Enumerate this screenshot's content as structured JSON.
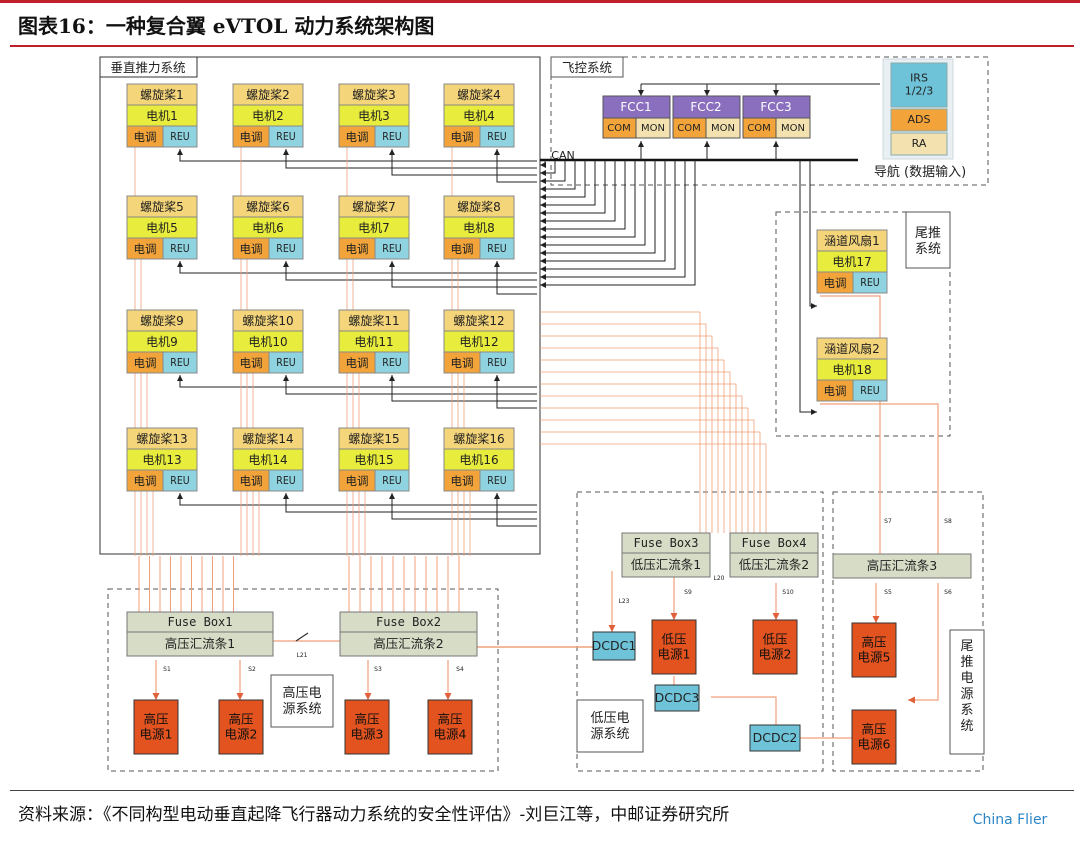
{
  "title": "图表16：一种复合翼 eVTOL 动力系统架构图",
  "source": "资料来源：《不同构型电动垂直起降飞行器动力系统的安全性评估》-刘巨江等，中邮证券研究所",
  "watermark": "China Flier",
  "sections": {
    "vertical": "垂直推力系统",
    "flight_ctrl": "飞控系统",
    "tail": "尾推\n系统",
    "hv_power": "高压电\n源系统",
    "lv_power": "低压电\n源系统",
    "tail_power": "尾推\n电源\n系统",
    "nav": "导航 (数据输入)"
  },
  "propulsion_units": [
    {
      "prop": "螺旋桨1",
      "motor": "电机1"
    },
    {
      "prop": "螺旋桨2",
      "motor": "电机2"
    },
    {
      "prop": "螺旋桨3",
      "motor": "电机3"
    },
    {
      "prop": "螺旋桨4",
      "motor": "电机4"
    },
    {
      "prop": "螺旋桨5",
      "motor": "电机5"
    },
    {
      "prop": "螺旋桨6",
      "motor": "电机6"
    },
    {
      "prop": "螺旋桨7",
      "motor": "电机7"
    },
    {
      "prop": "螺旋桨8",
      "motor": "电机8"
    },
    {
      "prop": "螺旋桨9",
      "motor": "电机9"
    },
    {
      "prop": "螺旋桨10",
      "motor": "电机10"
    },
    {
      "prop": "螺旋桨11",
      "motor": "电机11"
    },
    {
      "prop": "螺旋桨12",
      "motor": "电机12"
    },
    {
      "prop": "螺旋桨13",
      "motor": "电机13"
    },
    {
      "prop": "螺旋桨14",
      "motor": "电机14"
    },
    {
      "prop": "螺旋桨15",
      "motor": "电机15"
    },
    {
      "prop": "螺旋桨16",
      "motor": "电机16"
    }
  ],
  "tail_units": [
    {
      "prop": "涵道风扇1",
      "motor": "电机17"
    },
    {
      "prop": "涵道风扇2",
      "motor": "电机18"
    }
  ],
  "esc_label": "电调",
  "reu_label": "REU",
  "fcc": [
    "FCC1",
    "FCC2",
    "FCC3"
  ],
  "com_label": "COM",
  "mon_label": "MON",
  "can_label": "CAN",
  "nav_sensors": [
    "IRS\n1/2/3",
    "ADS",
    "RA"
  ],
  "fuse_boxes": {
    "fb1": {
      "fuse": "Fuse Box1",
      "bus": "高压汇流条1"
    },
    "fb2": {
      "fuse": "Fuse Box2",
      "bus": "高压汇流条2"
    },
    "fb3": {
      "fuse": "Fuse Box3",
      "bus": "低压汇流条1"
    },
    "fb4": {
      "fuse": "Fuse Box4",
      "bus": "低压汇流条2"
    },
    "hv3": {
      "bus": "高压汇流条3"
    }
  },
  "hv_sources": [
    "高压\n电源1",
    "高压\n电源2",
    "高压\n电源3",
    "高压\n电源4",
    "高压\n电源5",
    "高压\n电源6"
  ],
  "lv_sources": [
    "低压\n电源1",
    "低压\n电源2"
  ],
  "dcdc": [
    "DCDC1",
    "DCDC2",
    "DCDC3"
  ],
  "switch_labels": [
    "S1",
    "S2",
    "S3",
    "S4",
    "S5",
    "S6",
    "S7",
    "S8",
    "S9",
    "S10",
    "L21",
    "L23",
    "L20"
  ],
  "colors": {
    "prop": "#f5d57a",
    "motor": "#e8ec3c",
    "esc": "#f2a43a",
    "reu": "#8fd3e0",
    "fcc": "#8a6fbf",
    "com": "#f2a43a",
    "mon": "#f3e2b0",
    "bus": "#d6dcc6",
    "source": "#e2531f",
    "dcdc": "#6ec3d8",
    "wire": "#f0a07a",
    "accent": "#c0202a"
  }
}
